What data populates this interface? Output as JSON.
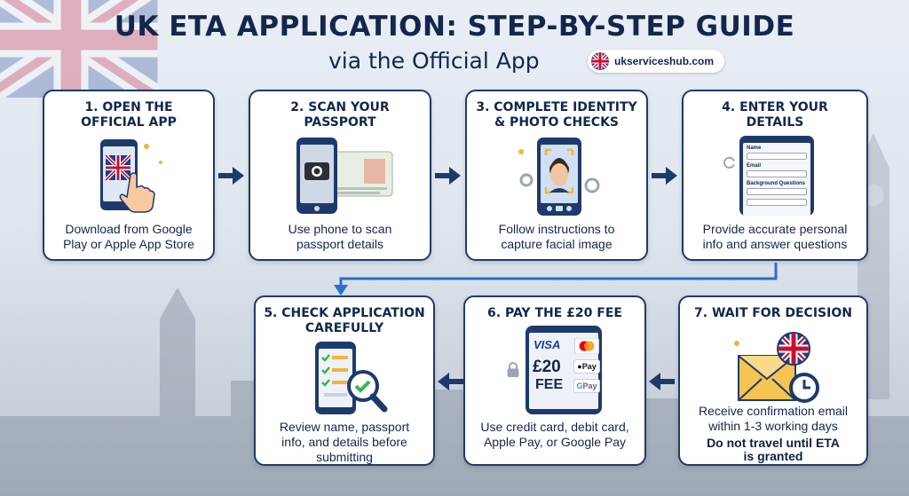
{
  "header": {
    "title": "UK ETA APPLICATION: STEP-BY-STEP GUIDE",
    "subtitle": "via the Official App",
    "site": "ukserviceshub.com"
  },
  "steps": [
    {
      "title_line1": "1. OPEN THE",
      "title_line2": "OFFICIAL APP",
      "desc_line1": "Download from Google",
      "desc_line2": "Play or Apple App Store"
    },
    {
      "title_line1": "2. SCAN YOUR",
      "title_line2": "PASSPORT",
      "desc_line1": "Use phone to scan",
      "desc_line2": "passport details"
    },
    {
      "title_line1": "3. COMPLETE IDENTITY",
      "title_line2": "& PHOTO CHECKS",
      "desc_line1": "Follow instructions to",
      "desc_line2": "capture facial image"
    },
    {
      "title_line1": "4. ENTER YOUR",
      "title_line2": "DETAILS",
      "desc_line1": "Provide accurate personal",
      "desc_line2": "info and answer questions",
      "form_labels": [
        "Name",
        "Email",
        "Background Questions"
      ]
    },
    {
      "title_line1": "5. CHECK APPLICATION",
      "title_line2": "CAREFULLY",
      "desc_line1": "Review name, passport",
      "desc_line2": "info, and details before",
      "desc_line3": "submitting"
    },
    {
      "title_line1": "6. PAY THE £20 FEE",
      "desc_line1": "Use credit card, debit card,",
      "desc_line2": "Apple Pay, or Google Pay",
      "fee_amount": "£20",
      "fee_label": "FEE",
      "card_brand": "VISA",
      "apple_pay": "Pay",
      "google_pay": "Pay"
    },
    {
      "title_line1": "7. WAIT FOR DECISION",
      "desc_line1": "Receive confirmation email",
      "desc_line2": "within 1-3 working days",
      "warn_line1": "Do not travel until ETA",
      "warn_line2": "is granted"
    }
  ],
  "colors": {
    "navy": "#1f3a6a",
    "title": "#13274d",
    "uk_blue": "#1d3f8f",
    "uk_red": "#c8102e"
  }
}
